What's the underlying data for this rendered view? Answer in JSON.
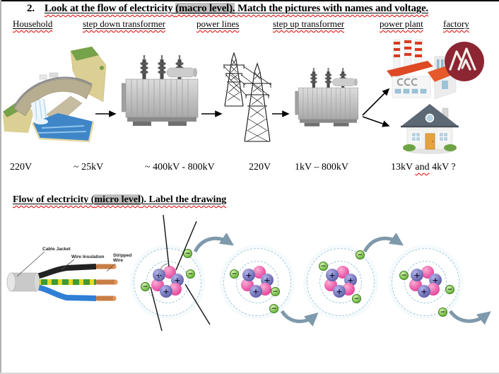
{
  "exercise": {
    "number": "2.",
    "title_pre": "Look at the flow of electricity ",
    "title_highlight": "(macro level).",
    "title_post": " Match the pictures with names and voltage.",
    "name_labels": [
      "Household",
      "step down transformer",
      "power lines",
      "step up transformer",
      "power plant",
      "factory"
    ],
    "voltages": [
      "220V",
      "~ 25kV",
      "~ 400kV - 800kV",
      "220V",
      "1kV – 800kV"
    ],
    "voltage_last": {
      "pre": "13kV ",
      "flagged": "and",
      "post": " 4kV ?"
    }
  },
  "micro_section": {
    "heading_pre": "Flow of electricity (",
    "heading_highlight": "micro level",
    "heading_post": "). Label the drawing",
    "cable_labels": {
      "jacket": "Cable Jacket",
      "insulation": "Wire Insulation",
      "stripped1": "Stripped",
      "stripped2": "Wire"
    },
    "proton_symbol": "+",
    "electron_symbol": "−"
  },
  "colors": {
    "highlight_gray": "#bfbfbf",
    "spellcheck_red": "#e00000",
    "flow_arrow_blue": "#7e99ab",
    "electron_green": "#64b336",
    "proton_blue": "#5f5fa9",
    "neutron_pink": "#e7439b",
    "logo_maroon": "#8c2633"
  }
}
